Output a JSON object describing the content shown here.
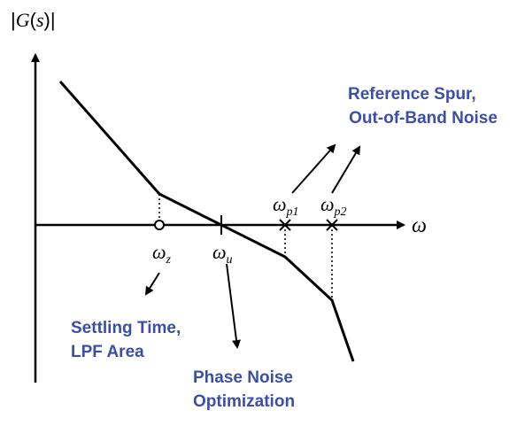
{
  "diagram": {
    "y_axis_label": {
      "prefix": "|",
      "italic": "G",
      "mid_open": "(",
      "var": "s",
      "mid_close": ")",
      "suffix": "|"
    },
    "x_axis_label": "ω",
    "freq_labels": {
      "z": {
        "main": "ω",
        "sub": "z"
      },
      "u": {
        "main": "ω",
        "sub": "u"
      },
      "p1": {
        "main": "ω",
        "sub": "p1"
      },
      "p2": {
        "main": "ω",
        "sub": "p2"
      }
    },
    "annotations": {
      "reference_spur": [
        "Reference Spur,",
        "Out-of-Band Noise"
      ],
      "settling_time": [
        "Settling Time,",
        "LPF Area"
      ],
      "phase_noise": [
        "Phase Noise",
        "Optimization"
      ]
    },
    "colors": {
      "annotation": "#3a4fa8",
      "lines": "#000000"
    }
  }
}
